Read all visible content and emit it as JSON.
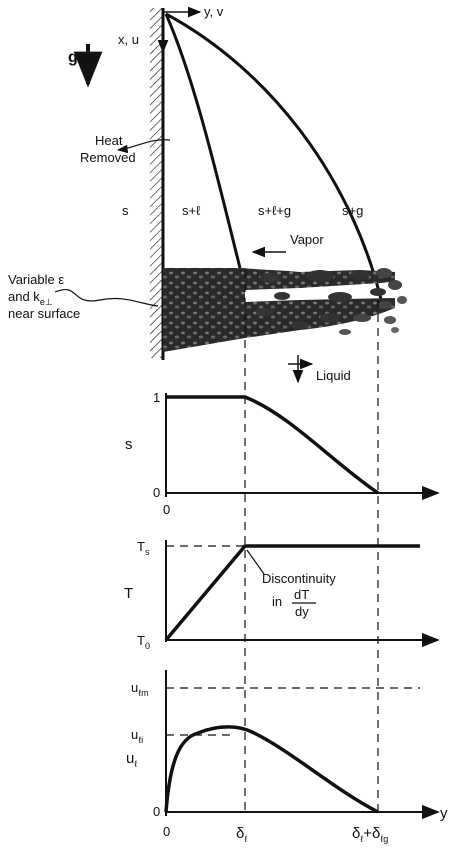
{
  "figure": {
    "gravity_label": "g",
    "axis_x_label": "x, u",
    "axis_y_label": "y, v",
    "heat_label_line1": "Heat",
    "heat_label_line2": "Removed",
    "region_s": "s",
    "region_s_l": "s+ℓ",
    "region_s_l_g": "s+ℓ+g",
    "region_s_g": "s+g",
    "vapor_label": "Vapor",
    "liquid_label": "Liquid",
    "variable_line1": "Variable ε",
    "variable_line2": "and k",
    "variable_line2_sub": "e⊥",
    "variable_line3": "near surface"
  },
  "saturation_plot": {
    "ylabel": "s",
    "tick_top": "1",
    "tick_bottom": "0",
    "x_origin": "0"
  },
  "temperature_plot": {
    "ylabel": "T",
    "tick_top_main": "T",
    "tick_top_sub": "s",
    "tick_bottom_main": "T",
    "tick_bottom_sub": "0",
    "note_line1": "Discontinuity",
    "note_in": "in",
    "note_num": "dT",
    "note_den": "dy"
  },
  "velocity_plot": {
    "ylabel_main": "u",
    "ylabel_sub": "ℓ",
    "tick_um_main": "u",
    "tick_um_sub": "ℓm",
    "tick_ui_main": "u",
    "tick_ui_sub": "ℓi",
    "tick_zero": "0",
    "x_origin": "0",
    "xlabel": "y",
    "delta_l_main": "δ",
    "delta_l_sub": "ℓ",
    "delta_lg_main": "δ",
    "delta_lg_sub1": "ℓ",
    "delta_lg_plus": "+δ",
    "delta_lg_sub2": "ℓg"
  }
}
